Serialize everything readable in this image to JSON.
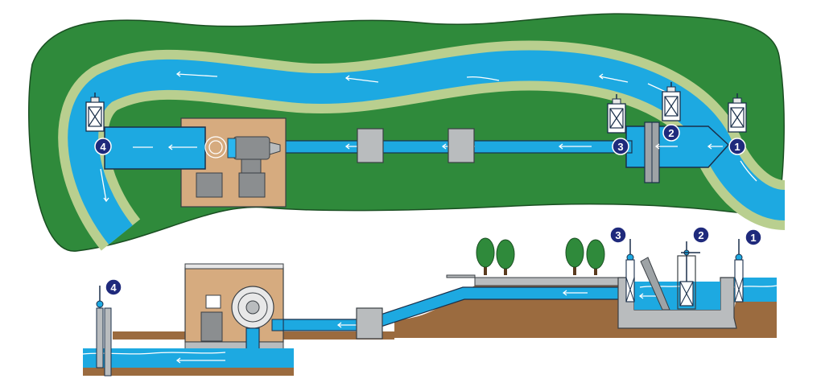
{
  "markers": {
    "top": {
      "m1": "1",
      "m2": "2",
      "m3": "3",
      "m4": "4"
    },
    "bottom": {
      "m1": "1",
      "m2": "2",
      "m3": "3",
      "m4": "4"
    }
  },
  "colors": {
    "land": "#2f8a3b",
    "bank": "#b9cf8f",
    "water": "#1da9e1",
    "water_dark": "#1088c4",
    "earth": "#9b6b3f",
    "powerhouse": "#d6ab7f",
    "concrete": "#b9bcbe",
    "marker": "#1f2a7c"
  },
  "icons": {
    "gate": "sluice-gate-icon",
    "tree": "tree-icon",
    "turbine": "turbine-icon"
  }
}
